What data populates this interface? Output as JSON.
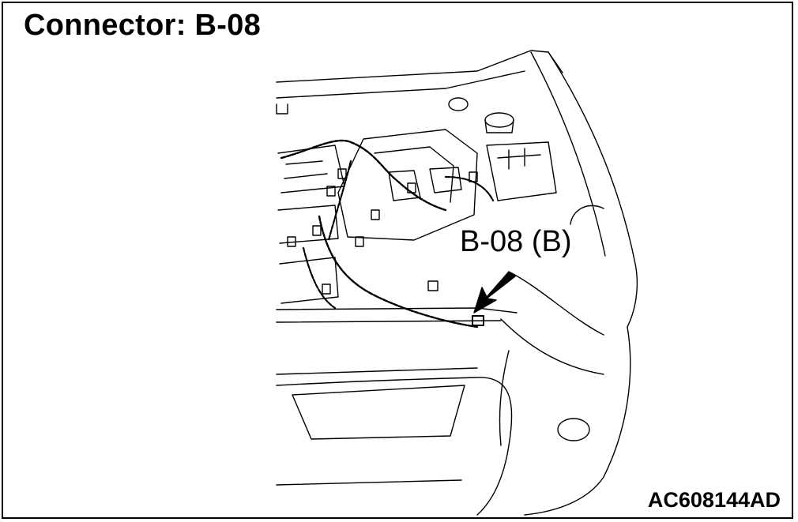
{
  "title": "Connector: B-08",
  "callout_label": "B-08 (B)",
  "figure_code": "AC608144AD",
  "colors": {
    "line": "#000000",
    "background": "#ffffff"
  }
}
